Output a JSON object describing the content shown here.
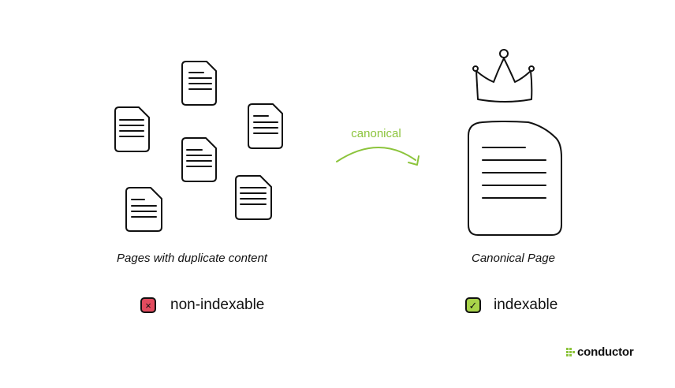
{
  "arrow_label": "canonical",
  "left": {
    "caption": "Pages with duplicate content",
    "status": "non-indexable",
    "status_icon": "×"
  },
  "right": {
    "caption": "Canonical Page",
    "status": "indexable",
    "status_icon": "✓"
  },
  "brand": {
    "name": "conductor"
  },
  "colors": {
    "accent_green": "#8cc43c",
    "badge_red": "#e34b5e",
    "badge_green": "#a8d34a",
    "ink": "#111111"
  }
}
